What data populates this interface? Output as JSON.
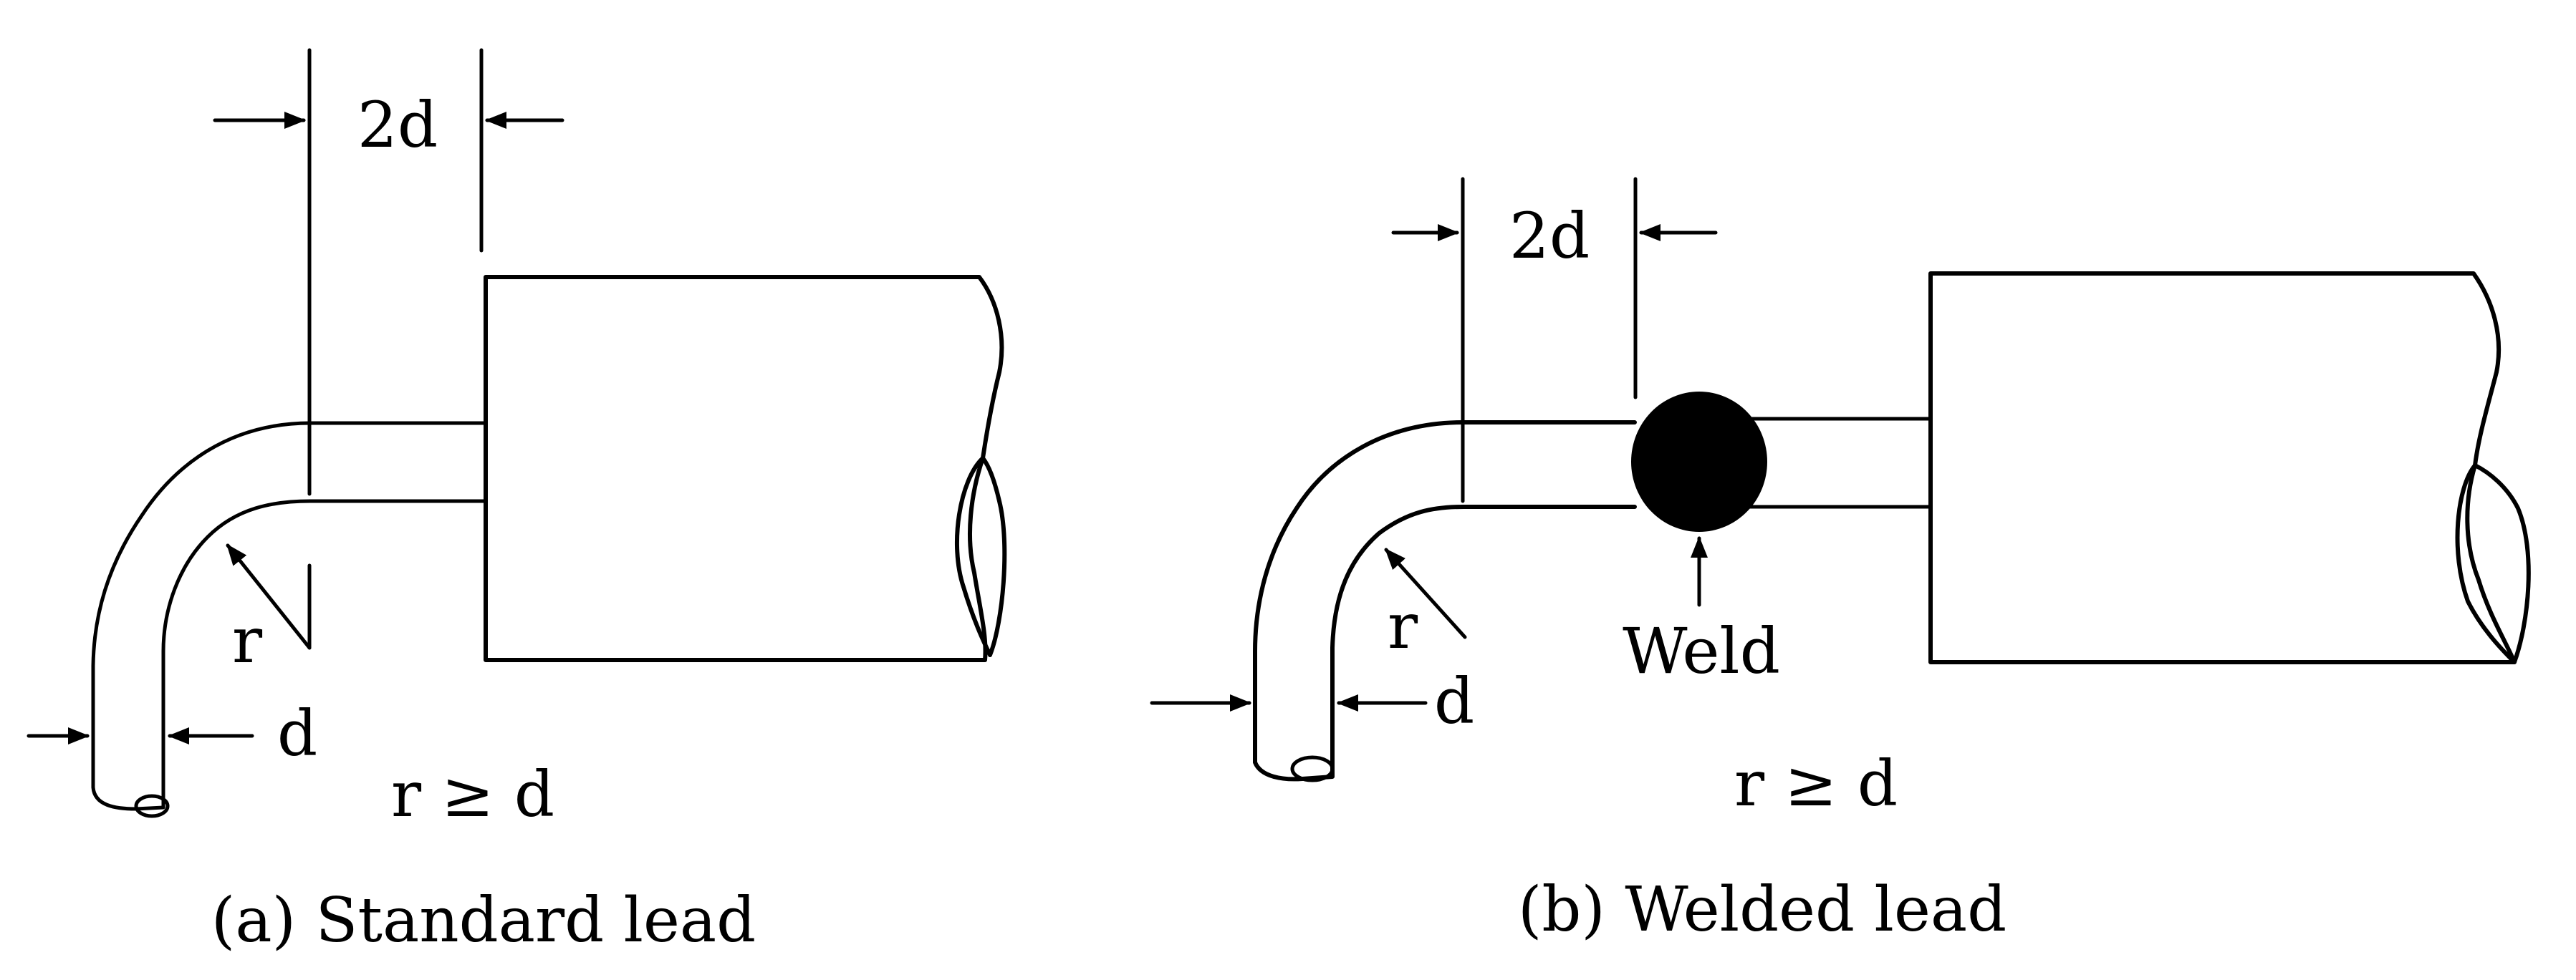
{
  "figure_a": {
    "dimension_top": "2d",
    "radius_label": "r",
    "diameter_label": "d",
    "condition": "r ≥ d",
    "caption": "(a) Standard lead"
  },
  "figure_b": {
    "dimension_top": "2d",
    "radius_label": "r",
    "diameter_label": "d",
    "weld_label": "Weld",
    "condition": "r ≥ d",
    "caption": "(b) Welded lead"
  },
  "colors": {
    "line": "#000000",
    "background": "#ffffff",
    "weld_fill": "#000000"
  }
}
